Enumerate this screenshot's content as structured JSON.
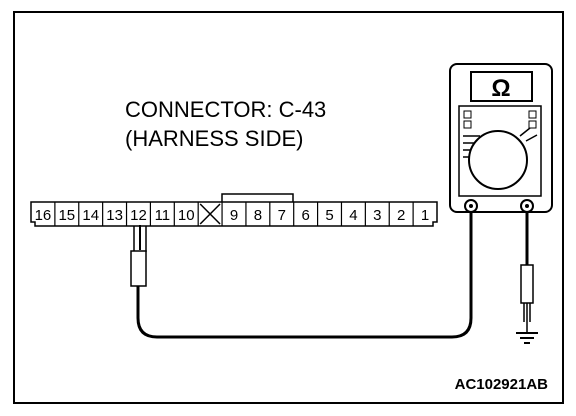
{
  "connector": {
    "title": "CONNECTOR: C-43",
    "subtitle": "(HARNESS SIDE)",
    "pins": [
      "16",
      "15",
      "14",
      "13",
      "12",
      "11",
      "10",
      "",
      "9",
      "8",
      "7",
      "6",
      "5",
      "4",
      "3",
      "2",
      "1"
    ],
    "probed_pin": "12"
  },
  "meter": {
    "symbol": "Ω",
    "function": "ohmmeter"
  },
  "figure_code": "AC102921AB"
}
